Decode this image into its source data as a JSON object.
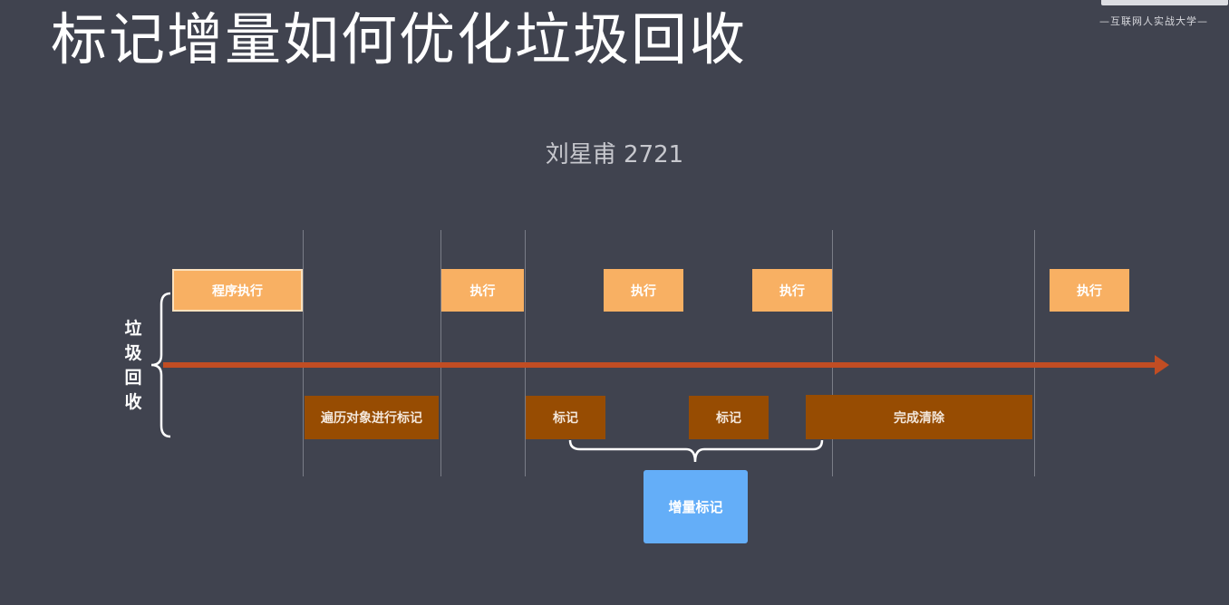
{
  "title": "标记增量如何优化垃圾回收",
  "logo": {
    "subtitle": "—互联网人实战大学—"
  },
  "watermark": "刘星甫 2721",
  "side_label": "垃圾回收",
  "exec_boxes": [
    {
      "label": "程序执行"
    },
    {
      "label": "执行"
    },
    {
      "label": "执行"
    },
    {
      "label": "执行"
    },
    {
      "label": "执行"
    }
  ],
  "gc_boxes": [
    {
      "label": "遍历对象进行标记"
    },
    {
      "label": "标记"
    },
    {
      "label": "标记"
    },
    {
      "label": "完成清除"
    }
  ],
  "incremental_box": {
    "label": "增量标记"
  },
  "colors": {
    "background": "#40434f",
    "exec": "#f8b063",
    "gc": "#974c02",
    "axis": "#c14d23",
    "incremental": "#64aef8"
  }
}
